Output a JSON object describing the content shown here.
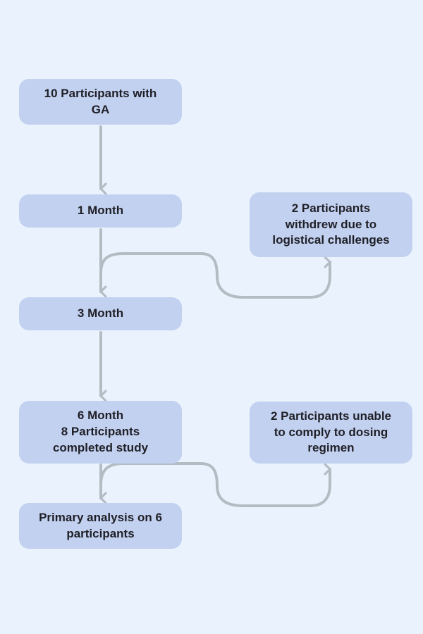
{
  "colors": {
    "background": "#eaf3fd",
    "node_fill": "#c2d1f0",
    "connector": "#b4bcc3"
  },
  "flowchart": {
    "nodes": {
      "participants_ga": {
        "lines": [
          "10 Participants with",
          "GA"
        ]
      },
      "month_1": {
        "lines": [
          "1 Month"
        ]
      },
      "withdrew": {
        "lines": [
          "2 Participants",
          "withdrew due to",
          "logistical challenges"
        ]
      },
      "month_3": {
        "lines": [
          "3 Month"
        ]
      },
      "month_6": {
        "lines": [
          "6 Month",
          "8 Participants",
          "completed study"
        ]
      },
      "unable_comply": {
        "lines": [
          "2 Participants unable",
          "to comply to dosing",
          "regimen"
        ]
      },
      "primary_analysis": {
        "lines": [
          "Primary analysis on 6",
          "participants"
        ]
      }
    },
    "edges": [
      {
        "from": "participants_ga",
        "to": "month_1"
      },
      {
        "from": "month_1",
        "to": "month_3"
      },
      {
        "from": "month_1",
        "to": "withdrew"
      },
      {
        "from": "month_3",
        "to": "month_6"
      },
      {
        "from": "month_6",
        "to": "primary_analysis"
      },
      {
        "from": "month_6",
        "to": "unable_comply"
      }
    ]
  }
}
